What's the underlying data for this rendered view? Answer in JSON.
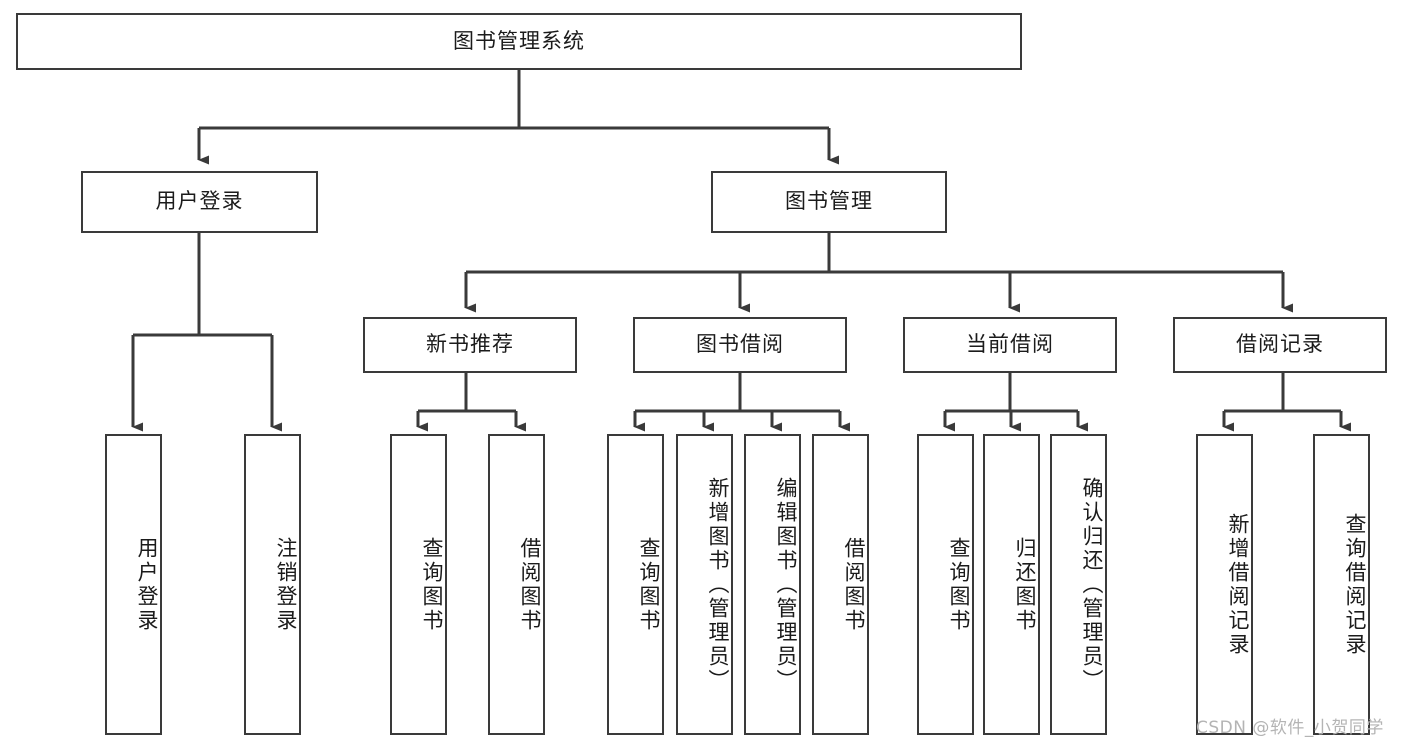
{
  "diagram": {
    "type": "tree",
    "title": "图书管理系统",
    "root": {
      "label": "图书管理系统"
    },
    "level1": [
      {
        "label": "用户登录"
      },
      {
        "label": "图书管理"
      }
    ],
    "level2": [
      {
        "label": "新书推荐"
      },
      {
        "label": "图书借阅"
      },
      {
        "label": "当前借阅"
      },
      {
        "label": "借阅记录"
      }
    ],
    "leaves": {
      "user_login": [
        {
          "label": "用户登录"
        },
        {
          "label": "注销登录"
        }
      ],
      "new_book_recommend": [
        {
          "label": "查询图书"
        },
        {
          "label": "借阅图书"
        }
      ],
      "book_borrow": [
        {
          "label": "查询图书"
        },
        {
          "label": "新增图书（管理员）"
        },
        {
          "label": "编辑图书（管理员）"
        },
        {
          "label": "借阅图书"
        }
      ],
      "current_borrow": [
        {
          "label": "查询图书"
        },
        {
          "label": "归还图书"
        },
        {
          "label": "确认归还（管理员）"
        }
      ],
      "borrow_record": [
        {
          "label": "新增借阅记录"
        },
        {
          "label": "查询借阅记录"
        }
      ]
    },
    "watermark": "CSDN @软件_小贺同学",
    "colors": {
      "stroke": "#3a3a3a",
      "fill": "#ffffff",
      "text": "#1b1b1b",
      "watermark": "#b4b4b4"
    }
  }
}
